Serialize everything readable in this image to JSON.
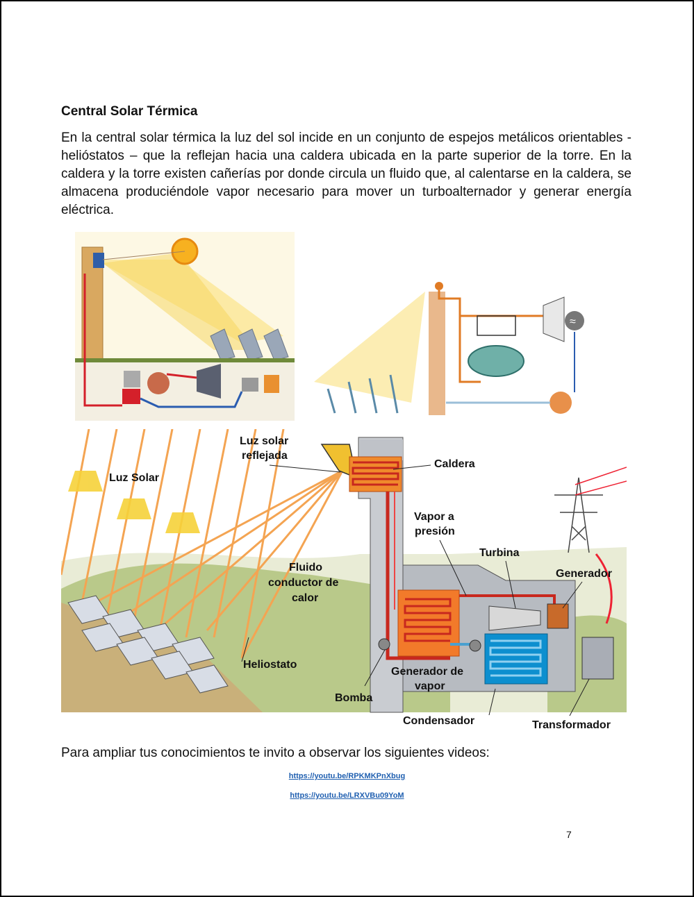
{
  "heading": "Central Solar Térmica",
  "paragraph": "En la central solar térmica la luz del sol incide en un conjunto de espejos metálicos orientables - helióstatos – que la reflejan hacia una caldera ubicada en la parte superior de la torre. En la caldera y la torre existen cañerías por donde circula un fluido que, al calentarse en la caldera, se almacena produciéndole vapor necesario para mover un turboalternador y generar energía eléctrica.",
  "diagram": {
    "labels": {
      "luz_solar_reflejada_1": "Luz solar",
      "luz_solar_reflejada_2": "reflejada",
      "luz_solar": "Luz Solar",
      "caldera": "Caldera",
      "vapor_1": "Vapor a",
      "vapor_2": "presión",
      "turbina": "Turbina",
      "generador": "Generador",
      "fluido_1": "Fluido",
      "fluido_2": "conductor de",
      "fluido_3": "calor",
      "heliostato": "Heliostato",
      "gen_vapor_1": "Generador de",
      "gen_vapor_2": "vapor",
      "bomba": "Bomba",
      "condensador": "Condensador",
      "transformador": "Transformador"
    }
  },
  "invite_text": "Para ampliar tus conocimientos te invito a observar los siguientes videos:",
  "links": [
    "https://youtu.be/RPKMKPnXbug",
    "https://youtu.be/LRXVBu09YoM"
  ],
  "page_number": "7",
  "colors": {
    "link": "#1f5fb0",
    "orange": "#f08a2c",
    "pipe_red": "#c8281e",
    "water": "#8fc9e8",
    "grass": "#b9c98a"
  }
}
